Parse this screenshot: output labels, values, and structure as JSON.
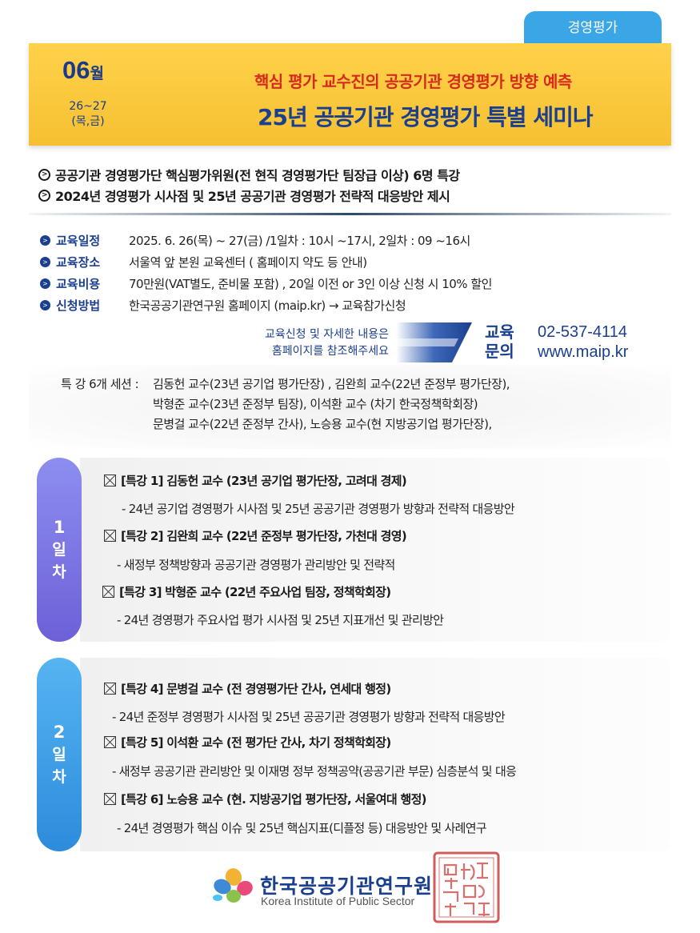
{
  "header": {
    "tag": "경영평가",
    "month_num": "06",
    "month_unit": "월",
    "days": "26~27",
    "weekdays": "(목,금)",
    "subtitle": "핵심 평가 교수진의 공공기관 경영평가 방향 예측",
    "title": "25년 공공기관 경영평가 특별 세미나"
  },
  "highlights": [
    "공공기관 경영평가단 핵심평가위원(전 현직 경영평가단 팀장급 이상)  6명 특강",
    "2024년 경영평가 시사점 및 25년 공공기관 경영평가 전략적 대응방안 제시"
  ],
  "info": [
    {
      "label": "교육일정",
      "value": "2025. 6. 26(목) ~ 27(금)  /1일차 : 10시 ~17시, 2일차 : 09 ~16시"
    },
    {
      "label": "교육장소",
      "value": "서울역 앞 본원 교육센터 ( 홈페이지 약도 등 안내)"
    },
    {
      "label": "교육비용",
      "value": "70만원(VAT별도, 준비물 포함) ,  20일 이전 or 3인 이상 신청 시 10% 할인"
    },
    {
      "label": "신청방법",
      "value": "한국공공기관연구원  홈페이지 (maip.kr) → 교육참가신청"
    }
  ],
  "contact": {
    "note_line1": "교육신청 및 자세한 내용은",
    "note_line2": "홈페이지를 참조해주세요",
    "key_line1": "교육",
    "key_line2": "문의",
    "phone": "02-537-4114",
    "web": "www.maip.kr"
  },
  "sessions": {
    "label": "특 강 6개 세션 :",
    "lines": [
      "김동헌 교수(23년 공기업 평가단장) ,  김완희 교수(22년 준정부 평가단장),",
      "박형준 교수(23년 준정부 팀장), 이석환  교수 (차기 한국정책학회장)",
      "문병걸 교수(22년 준정부 간사), 노승용 교수(현 지방공기업 평가단장),"
    ]
  },
  "day1": {
    "num": "1",
    "c1": "일",
    "c2": "차",
    "lectures": [
      {
        "title": "[특강 1]   김동헌 교수 (23년 공기업 평가단장, 고려대 경제)",
        "desc": "- 24년 공기업 경영평가 시사점 및 25년 공공기관 경영평가 방향과 전략적 대응방안"
      },
      {
        "title": "[특강 2]   김완희 교수 (22년 준정부 평가단장, 가천대 경영)",
        "desc": "- 새정부 정책방향과 공공기관  경영평가 관리방안 및 전략적"
      },
      {
        "title": "[특강 3]   박형준 교수 (22년 주요사업 팀장, 정책학회장)",
        "desc": "- 24년 경영평가 주요사업 평가 시사점 및 25년 지표개선 및 관리방안"
      }
    ]
  },
  "day2": {
    "num": "2",
    "c1": "일",
    "c2": "차",
    "lectures": [
      {
        "title": "[특강 4]   문병걸 교수 (전 경영평가단 간사,  연세대 행정)",
        "desc": "- 24년 준정부 경영평가 시사점 및 25년 공공기관 경영평가 방향과 전략적 대응방안"
      },
      {
        "title": "[특강 5]  이석환  교수  (전 평가단 간사, 차기 정책학회장)",
        "desc": "- 새정부 공공기관 관리방안 및  이재명 정부 정책공약(공공기관 부문) 심층분석 및 대응"
      },
      {
        "title": "[특강 6]   노승용 교수 (현. 지방공기업 평가단장, 서울여대 행정)",
        "desc": "- 24년 경영평가 핵심 이슈 및 25년 핵심지표(디플정 등) 대응방안 및 사례연구"
      }
    ]
  },
  "footer": {
    "name": "한국공공기관연구원",
    "name_en": "Korea Institute of Public Sector"
  }
}
